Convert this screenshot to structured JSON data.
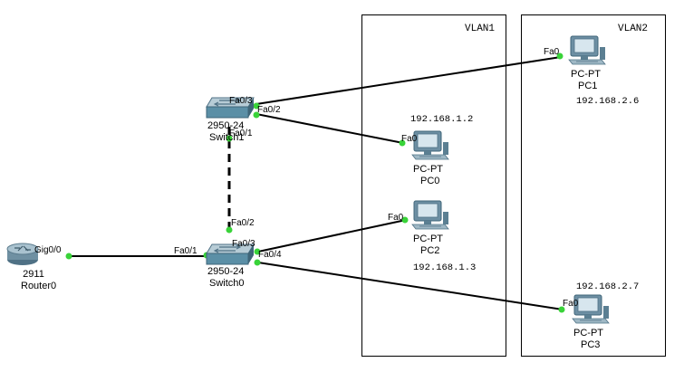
{
  "vlans": [
    {
      "title": "VLAN1"
    },
    {
      "title": "VLAN2"
    }
  ],
  "devices": {
    "router0": {
      "model": "2911",
      "name": "Router0"
    },
    "switch0": {
      "model": "2950-24",
      "name": "Switch0"
    },
    "switch1": {
      "model": "2950-24",
      "name": "Switch1"
    },
    "pc0": {
      "model": "PC-PT",
      "name": "PC0",
      "ip": "192.168.1.2"
    },
    "pc1": {
      "model": "PC-PT",
      "name": "PC1",
      "ip": "192.168.2.6"
    },
    "pc2": {
      "model": "PC-PT",
      "name": "PC2",
      "ip": "192.168.1.3"
    },
    "pc3": {
      "model": "PC-PT",
      "name": "PC3",
      "ip": "192.168.2.7"
    }
  },
  "ports": {
    "router0_gig": "Gig0/0",
    "sw0_fa01": "Fa0/1",
    "sw0_fa02": "Fa0/2",
    "sw0_fa03": "Fa0/3",
    "sw0_fa04": "Fa0/4",
    "sw1_fa01": "Fa0/1",
    "sw1_fa02": "Fa0/2",
    "sw1_fa03": "Fa0/3",
    "pc0_fa0": "Fa0",
    "pc1_fa0": "Fa0",
    "pc2_fa0": "Fa0",
    "pc3_fa0": "Fa0"
  },
  "colors": {
    "link": "#000000",
    "link_light": "#39d339",
    "switch_body": "#5b8fa6",
    "router_body": "#7d98a8",
    "pc_monitor": "#6d8fa3"
  },
  "icons": {
    "router": "router-icon",
    "switch": "switch-icon",
    "pc": "pc-icon"
  }
}
